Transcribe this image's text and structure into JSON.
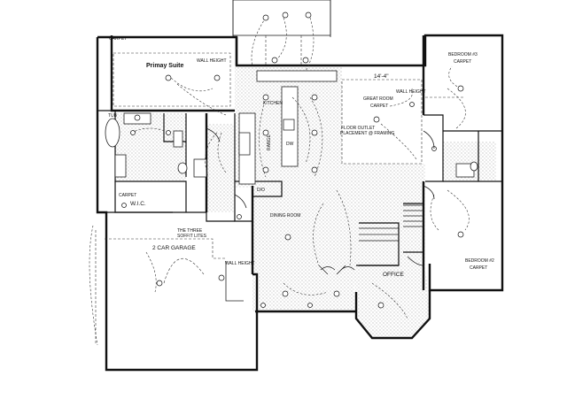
{
  "labels": {
    "primary_suite": "Primay Suite",
    "wall_height_suite": "WALL HEIGHT",
    "kitchen": "KITCHEN",
    "great_room": "GREAT ROOM",
    "great_room_floor": "CARPET",
    "great_room_dim": "14'-4\"",
    "wall_height_great": "WALL HEIGHT",
    "floor_outlet": "FLOOR OUTLET",
    "floor_outlet_2": "PLACEMENT @ FRAMING",
    "bedroom3": "BEDROOM #3",
    "bedroom3_floor": "CARPET",
    "bedroom2": "BEDROOM #2",
    "bedroom2_floor": "CARPET",
    "dining_room": "DINING ROOM",
    "office": "OFFICE",
    "garage": "2 CAR GARAGE",
    "wall_height_garage": "WALL HEIGHT",
    "soffit_1": "THE THREE",
    "soffit_2": "SOFFIT LITES",
    "wic": "W.I.C.",
    "wic_floor": "CARPET",
    "closet_floor": "CARPET",
    "tub": "TUB",
    "do": "D/O",
    "dw": "DW",
    "range": "RANGE"
  }
}
